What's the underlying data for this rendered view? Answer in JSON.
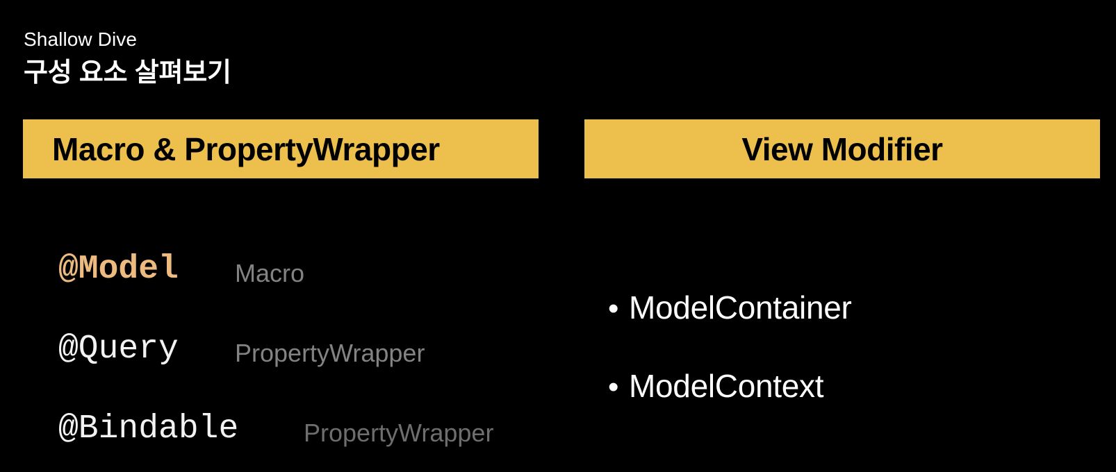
{
  "slide": {
    "background_color": "#000000",
    "eyebrow": "Shallow Dive",
    "title": "구성 요소 살펴보기"
  },
  "banners": {
    "accent_color": "#edbf4c",
    "text_color": "#000000",
    "left_label": "Macro & PropertyWrapper",
    "right_label": "View Modifier"
  },
  "left_column": {
    "highlight_color": "#edba80",
    "plain_color": "#f2f2f2",
    "kind_color": "#838383",
    "kind_dim_color": "#6e6e6e",
    "rows": [
      {
        "token": "@Model",
        "kind": "Macro"
      },
      {
        "token": "@Query",
        "kind": "PropertyWrapper"
      },
      {
        "token": "@Bindable",
        "kind": "PropertyWrapper"
      }
    ]
  },
  "right_column": {
    "bullet_glyph": "•",
    "text_color": "#ffffff",
    "items": [
      {
        "label": "ModelContainer"
      },
      {
        "label": "ModelContext"
      }
    ]
  }
}
